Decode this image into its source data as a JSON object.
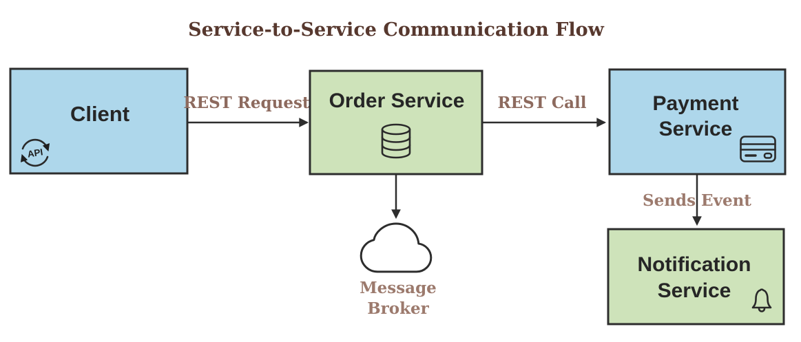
{
  "title": "Service-to-Service Communication Flow",
  "nodes": {
    "client": {
      "lines": [
        "Client"
      ],
      "fill": "#aed7eb",
      "icon": "api-sync-icon",
      "icon_label": "API"
    },
    "order_service": {
      "lines": [
        "Order Service"
      ],
      "fill": "#cee3ba",
      "icon": "database-icon"
    },
    "payment_service": {
      "lines": [
        "Payment",
        "Service"
      ],
      "fill": "#aed7eb",
      "icon": "credit-card-icon"
    },
    "notification_service": {
      "lines": [
        "Notification",
        "Service"
      ],
      "fill": "#cee3ba",
      "icon": "bell-icon"
    },
    "message_broker": {
      "lines": [
        "Message",
        "Broker"
      ],
      "icon": "cloud-icon"
    }
  },
  "edges": {
    "client_to_order": {
      "label": "REST Request"
    },
    "order_to_payment": {
      "label": "REST Call"
    },
    "payment_to_notification": {
      "label": "Sends Event"
    }
  },
  "colors": {
    "node_blue": "#aed7eb",
    "node_green": "#cee3ba",
    "title_text": "#57382e",
    "edge_label_text": "#8d6a5e",
    "soft_label_text": "#9c7a6d",
    "node_text": "#262626",
    "stroke": "#2d2d2d"
  }
}
